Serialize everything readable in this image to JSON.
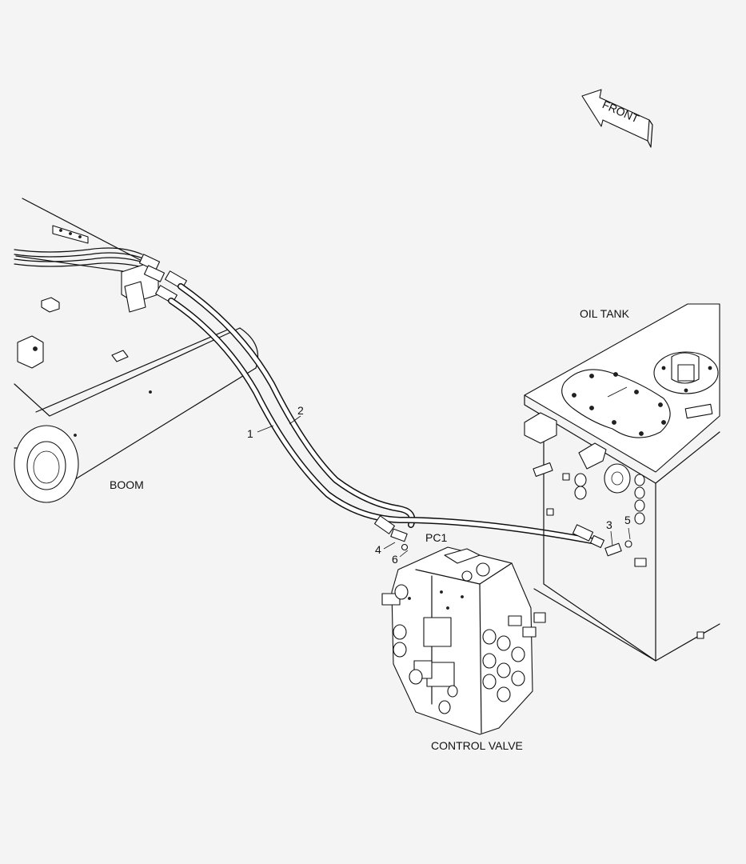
{
  "labels": {
    "front": "FRONT",
    "oil_tank": "OIL TANK",
    "boom": "BOOM",
    "control_valve": "CONTROL VALVE",
    "pc1": "PC1"
  },
  "callouts": {
    "c1": "1",
    "c2": "2",
    "c3": "3",
    "c4": "4",
    "c5": "5",
    "c6": "6"
  }
}
